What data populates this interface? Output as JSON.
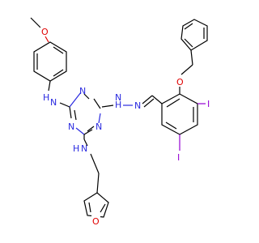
{
  "colors": {
    "carbon_bond": "#000000",
    "nitrogen": "#2a2ae0",
    "oxygen": "#e00000",
    "iodine": "#9400d3",
    "background": "#ffffff"
  },
  "atoms": {
    "o_methoxy": "O",
    "nh_anilino": "N",
    "h_anilino": "H",
    "n_ring_top": "N",
    "n_ring_left": "N",
    "n_ring_right": "N",
    "nh_hydrazine1": "H",
    "n_hydrazine1": "N",
    "n_hydrazine2": "N",
    "o_benzyloxy": "O",
    "i_upper": "I",
    "i_lower": "I",
    "nh_furfuryl": "N",
    "h_furfuryl": "H",
    "o_furan": "O"
  }
}
